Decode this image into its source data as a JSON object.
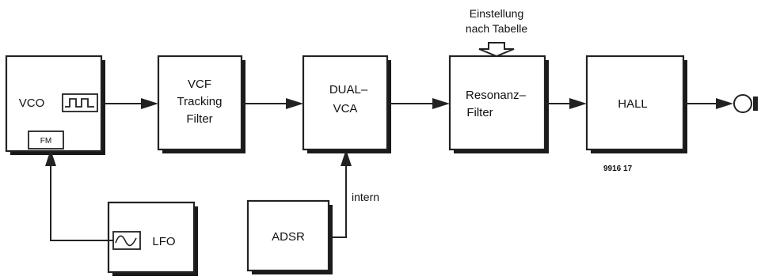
{
  "blocks": {
    "vco": "VCO",
    "fm": "FM",
    "vcf": [
      "VCF",
      "Tracking",
      "Filter"
    ],
    "dual_vca": [
      "DUAL–",
      "VCA"
    ],
    "resonanz": [
      "Resonanz–",
      "Filter"
    ],
    "hall": "HALL",
    "lfo": "LFO",
    "adsr": "ADSR"
  },
  "annotations": {
    "einstellung": [
      "Einstellung",
      "nach Tabelle"
    ],
    "intern": "intern",
    "figure_code": "9916 17"
  }
}
